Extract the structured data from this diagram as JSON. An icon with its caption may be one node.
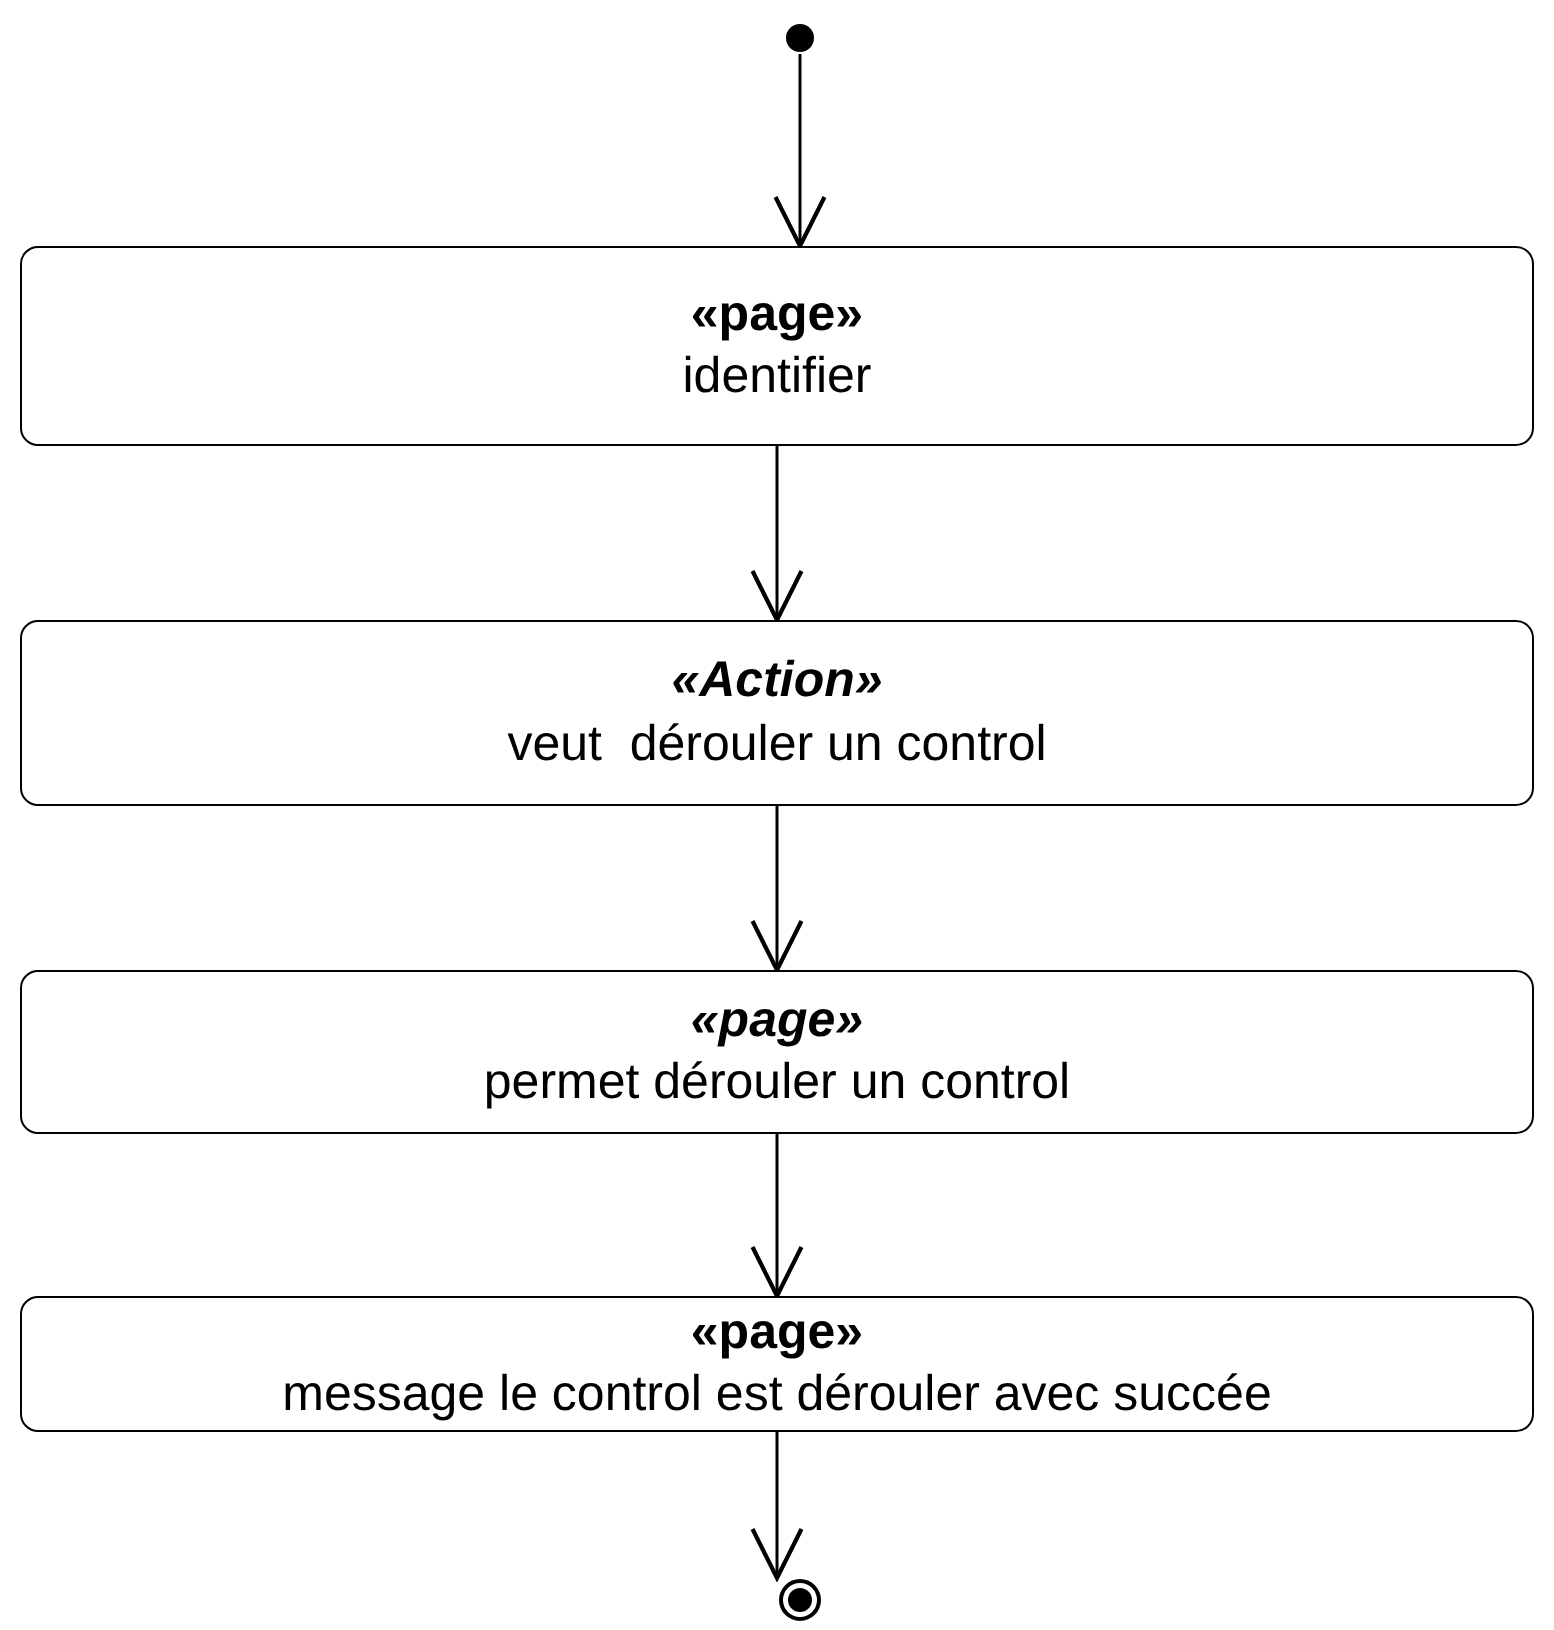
{
  "diagram": {
    "nodes": [
      {
        "text": [],
        "shape": "circle"
      },
      {
        "text": [
          "«page»",
          "identifier"
        ]
      },
      {
        "text": [
          "*«Action»*",
          "veut  dérouler un control"
        ]
      },
      {
        "text": [
          "*«page»*",
          "permet dérouler un control"
        ]
      },
      {
        "text": [
          "«page»",
          "message le control est dérouler avec succée"
        ]
      },
      {
        "text": [],
        "shape": "circle"
      }
    ],
    "edges": [
      {
        "from": 0,
        "to": 1,
        "arrow": "to"
      },
      {
        "from": 1,
        "to": 2,
        "arrow": "to"
      },
      {
        "from": 2,
        "to": 3,
        "arrow": "to"
      },
      {
        "from": 3,
        "to": 4,
        "arrow": "to"
      },
      {
        "from": 4,
        "to": 5,
        "arrow": "to"
      }
    ]
  }
}
